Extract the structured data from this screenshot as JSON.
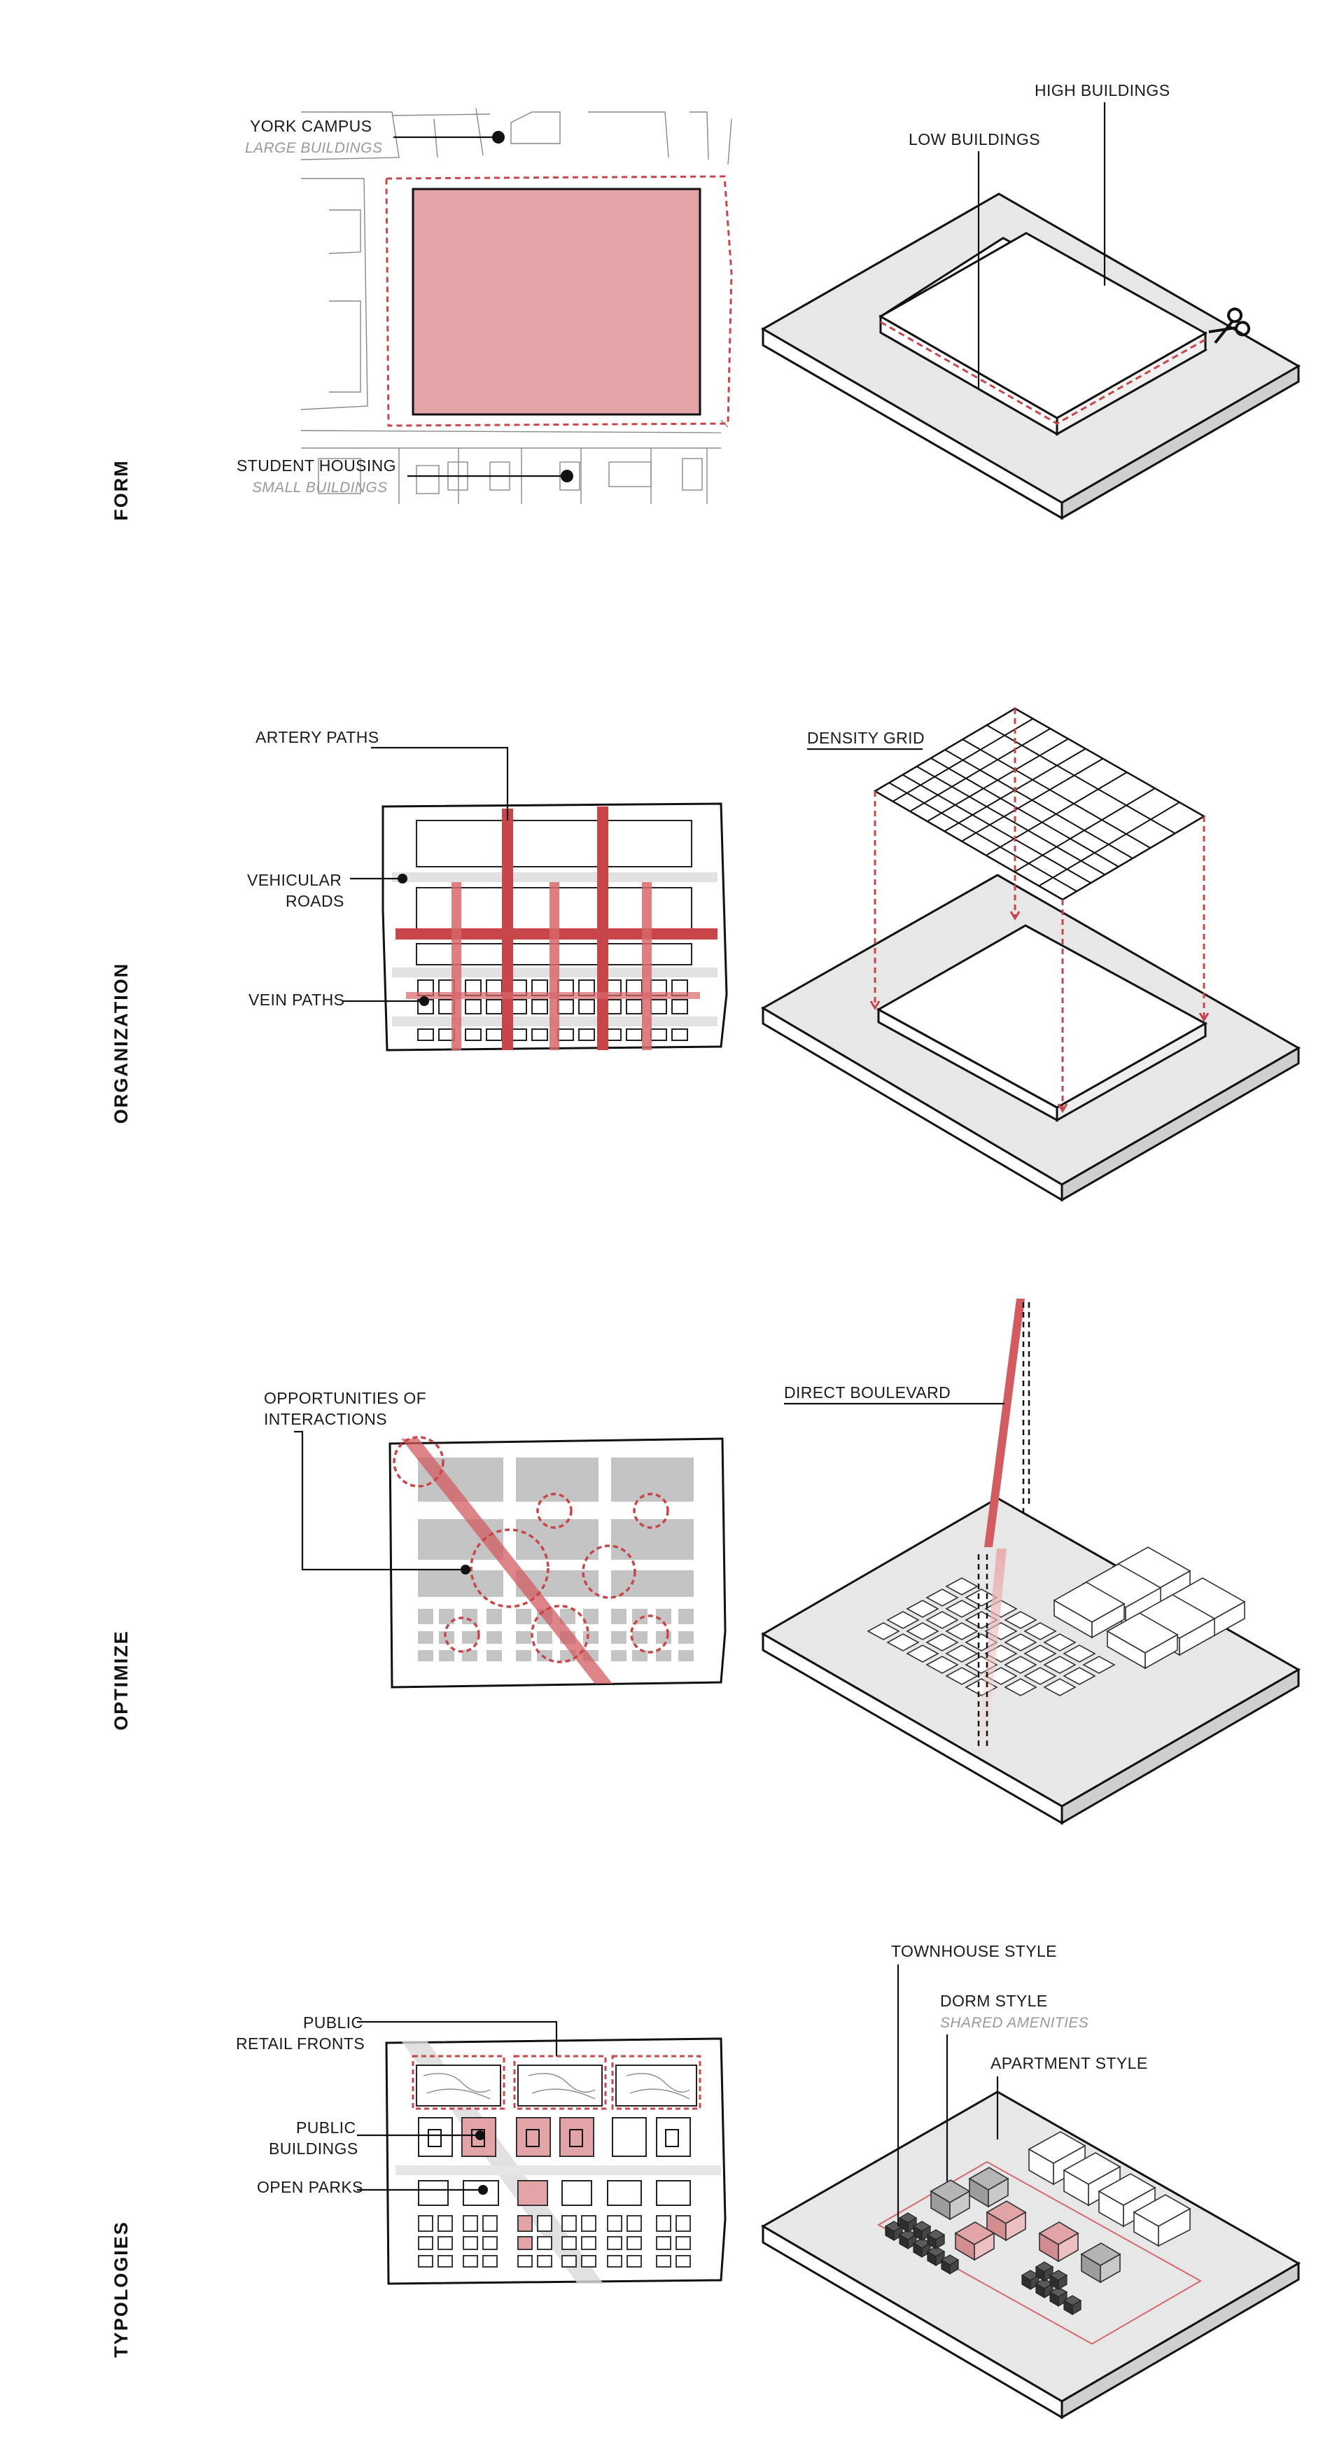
{
  "sections": {
    "form": "FORM",
    "organization": "ORGANIZATION",
    "optimize": "OPTIMIZE",
    "typologies": "TYPOLOGIES"
  },
  "form": {
    "york_campus": "YORK CAMPUS",
    "york_campus_sub": "LARGE BUILDINGS",
    "student_housing": "STUDENT HOUSING",
    "student_housing_sub": "SMALL BUILDINGS",
    "high_buildings": "HIGH BUILDINGS",
    "low_buildings": "LOW BUILDINGS"
  },
  "organization": {
    "artery_paths": "ARTERY PATHS",
    "vehicular_roads_1": "VEHICULAR",
    "vehicular_roads_2": "ROADS",
    "vein_paths": "VEIN PATHS",
    "density_grid": "DENSITY GRID"
  },
  "optimize": {
    "opportunities_1": "OPPORTUNITIES OF",
    "opportunities_2": "INTERACTIONS",
    "direct_boulevard": "DIRECT BOULEVARD"
  },
  "typologies": {
    "public_retail_1": "PUBLIC",
    "public_retail_2": "RETAIL FRONTS",
    "public_buildings_1": "PUBLIC",
    "public_buildings_2": "BUILDINGS",
    "open_parks": "OPEN PARKS",
    "townhouse_style": "TOWNHOUSE STYLE",
    "dorm_style": "DORM STYLE",
    "dorm_style_sub": "SHARED AMENITIES",
    "apartment_style": "APARTMENT STYLE"
  },
  "colors": {
    "accent_red": "#c8464a",
    "pink_fill": "#e2a4a6",
    "light_gray": "#e6e6e6",
    "mid_gray": "#bdbdbd",
    "dark_gray": "#4a4a4a"
  }
}
